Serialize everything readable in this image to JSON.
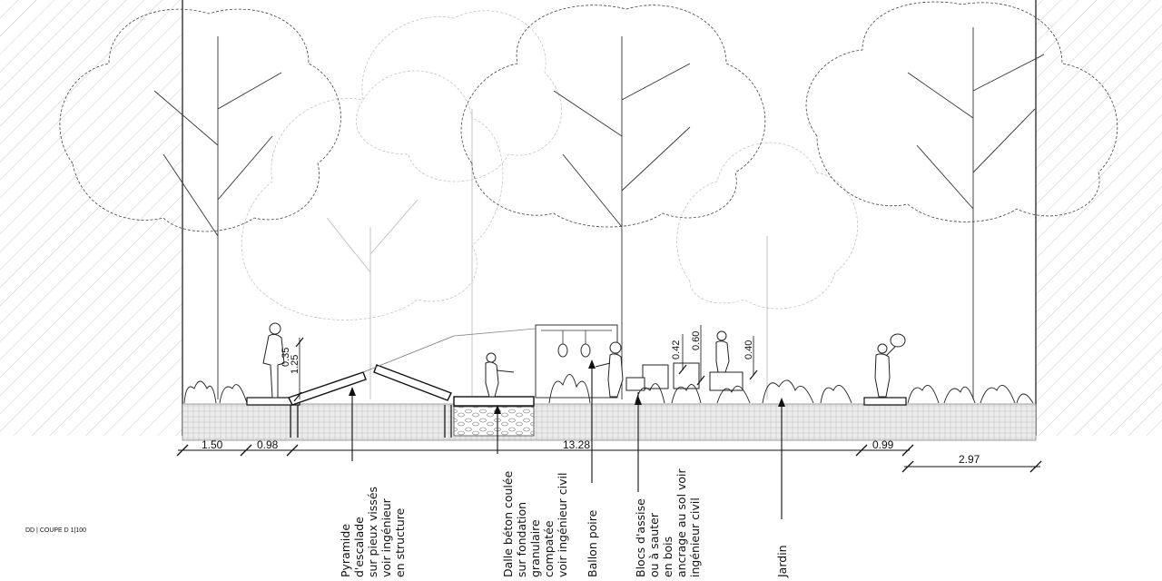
{
  "title_block": "DD | COUPE D 1|100",
  "dimensions": {
    "horizontal": [
      "1.50",
      "0.98",
      "13.28",
      "0.99",
      "2.97"
    ],
    "vertical": [
      "0.35",
      "1.25",
      "0.42",
      "0.60",
      "0.40"
    ]
  },
  "annotations": [
    {
      "lines": [
        "Pyramide",
        "d'escalade",
        "sur pieux vissés",
        "voir ingénieur",
        "en structure"
      ]
    },
    {
      "lines": [
        "Dalle béton coulée",
        "sur fondation",
        "granulaire",
        "compatée",
        "voir ingénieur civil"
      ]
    },
    {
      "lines": [
        "Ballon poire"
      ]
    },
    {
      "lines": [
        "Blocs d'assise",
        "ou à sauter",
        "en bois",
        "ancrage au sol voir",
        "ingénieur civil"
      ]
    },
    {
      "lines": [
        "Jardin"
      ]
    }
  ]
}
